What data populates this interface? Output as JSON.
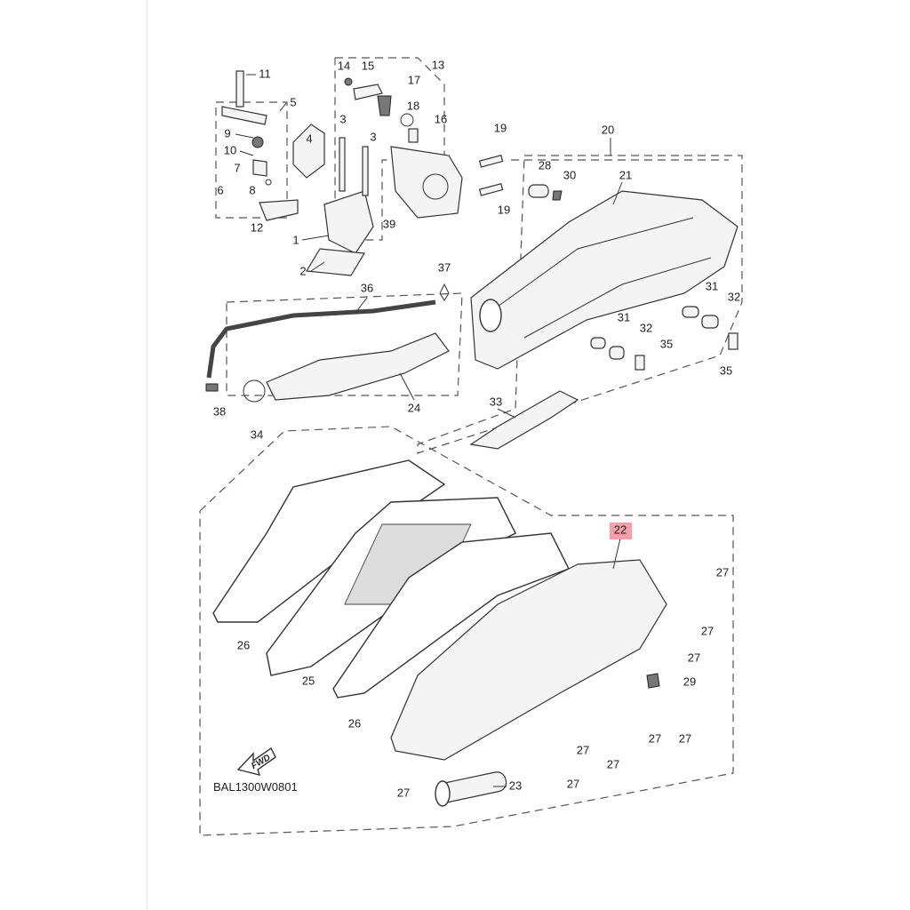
{
  "diagram": {
    "code": "BAL1300W0801",
    "fwd_label": "FWD",
    "highlighted_callout": "22",
    "highlight_color": "#f4a0a8",
    "callouts": [
      "11",
      "5",
      "9",
      "10",
      "7",
      "6",
      "8",
      "12",
      "1",
      "2",
      "4",
      "3",
      "3",
      "14",
      "15",
      "13",
      "17",
      "18",
      "16",
      "19",
      "19",
      "39",
      "20",
      "28",
      "30",
      "21",
      "37",
      "36",
      "31",
      "32",
      "31",
      "32",
      "35",
      "35",
      "33",
      "38",
      "34",
      "24",
      "22",
      "27",
      "27",
      "27",
      "29",
      "26",
      "25",
      "26",
      "27",
      "27",
      "27",
      "27",
      "27",
      "27",
      "23"
    ]
  }
}
